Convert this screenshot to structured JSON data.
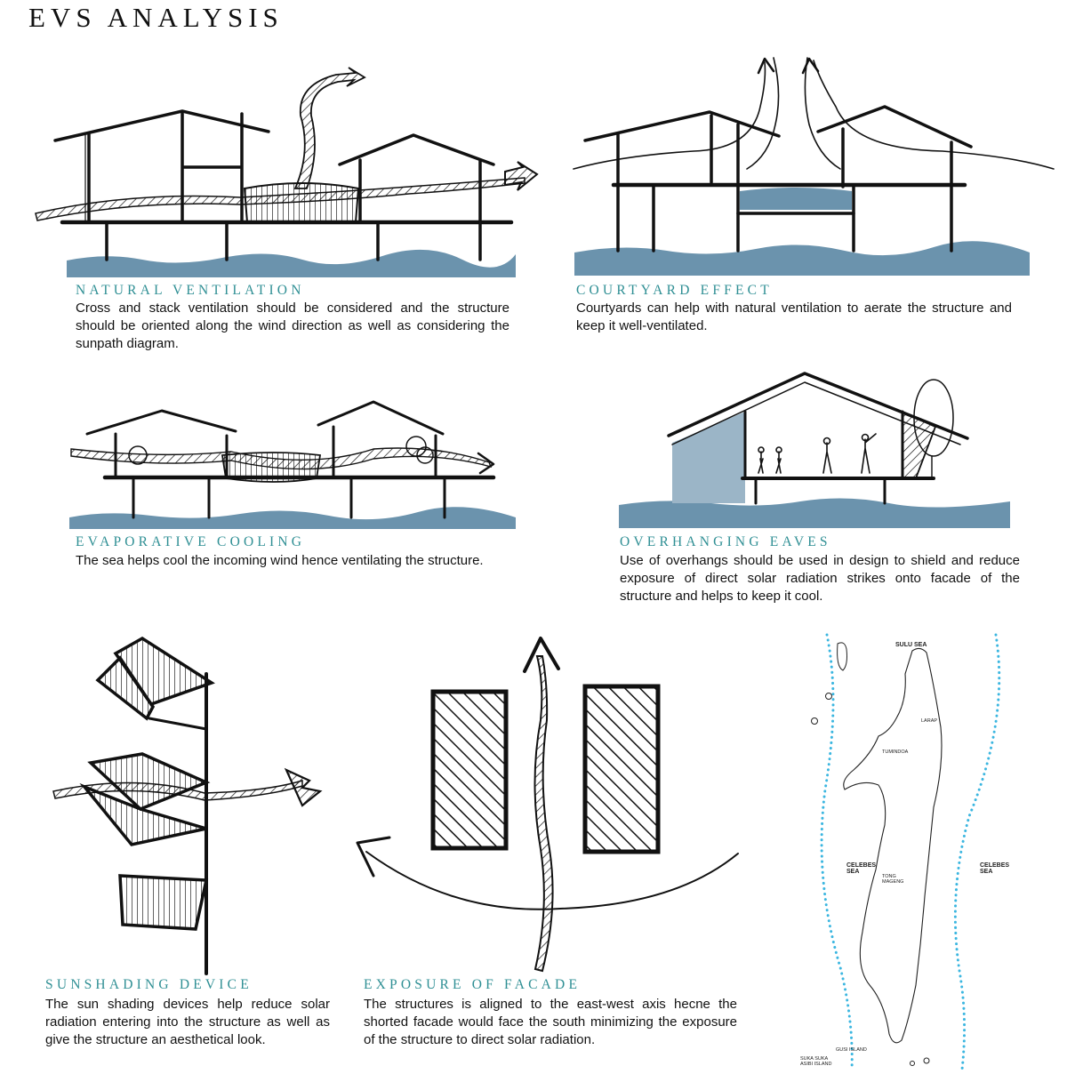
{
  "title": "EVS ANALYSIS",
  "panels": {
    "natural_ventilation": {
      "heading": "NATURAL VENTILATION",
      "text": "Cross and stack ventilation should be considered and the structure should be oriented along the wind direction as well as considering the sunpath diagram."
    },
    "courtyard_effect": {
      "heading": "COURTYARD EFFECT",
      "text": "Courtyards can help with natural ventilation to aerate the structure and keep it well-ventilated."
    },
    "evaporative_cooling": {
      "heading": "EVAPORATIVE COOLING",
      "text": "The sea helps cool the incoming wind hence ventilating the structure."
    },
    "overhanging_eaves": {
      "heading": "OVERHANGING EAVES",
      "text": "Use of overhangs should be used in design to shield and reduce exposure of direct solar radiation strikes onto facade of the structure and helps to keep it cool."
    },
    "sunshading_device": {
      "heading": "SUNSHADING DEVICE",
      "text": "The sun shading devices help reduce solar radiation entering into the structure as well as give the structure an aesthetical look."
    },
    "exposure_of_facade": {
      "heading": "EXPOSURE OF FACADE",
      "text": "The structures is aligned to the east-west axis hecne the shorted facade would face the south minimizing the exposure of the structure to direct solar radiation."
    }
  },
  "map": {
    "sulu_sea": "SULU SEA",
    "celebes_sea_left": "CELEBES SEA",
    "celebes_sea_right": "CELEBES SEA",
    "larap": "LARAP",
    "tumindoa": "TUMINDOA",
    "tong_mageng": "TONG MAGENG",
    "gusi_island": "GUSI ISLAND",
    "suka_suka": "SUKA SUKA ASIBI ISLAND"
  },
  "colors": {
    "sea": "#6b93ad",
    "heading": "#2f8f94",
    "map_dots": "#3bb6e0",
    "ink": "#111111"
  }
}
